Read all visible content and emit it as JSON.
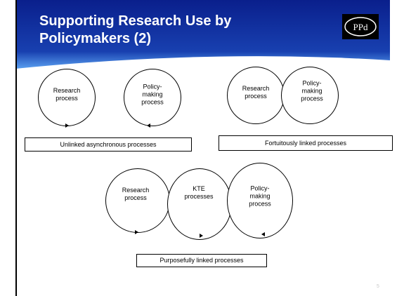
{
  "slide": {
    "title_line1": "Supporting Research Use by",
    "title_line2": "Policymakers (2)",
    "logo_text": "PPd",
    "page_number": "5"
  },
  "diagrams": {
    "unlinked": {
      "research_label_1": "Research",
      "research_label_2": "process",
      "policy_label_1": "Policy-",
      "policy_label_2": "making",
      "policy_label_3": "process",
      "caption": "Unlinked asynchronous processes"
    },
    "fortuitous": {
      "research_label_1": "Research",
      "research_label_2": "process",
      "policy_label_1": "Policy-",
      "policy_label_2": "making",
      "policy_label_3": "process",
      "caption": "Fortuitously linked processes"
    },
    "purposeful": {
      "research_label_1": "Research",
      "research_label_2": "process",
      "kte_label_1": "KTE",
      "kte_label_2": "processes",
      "policy_label_1": "Policy-",
      "policy_label_2": "making",
      "policy_label_3": "process",
      "caption": "Purposefully linked processes"
    }
  },
  "colors": {
    "header_dark": "#0a1f8c",
    "header_light": "#5aa0f0"
  }
}
